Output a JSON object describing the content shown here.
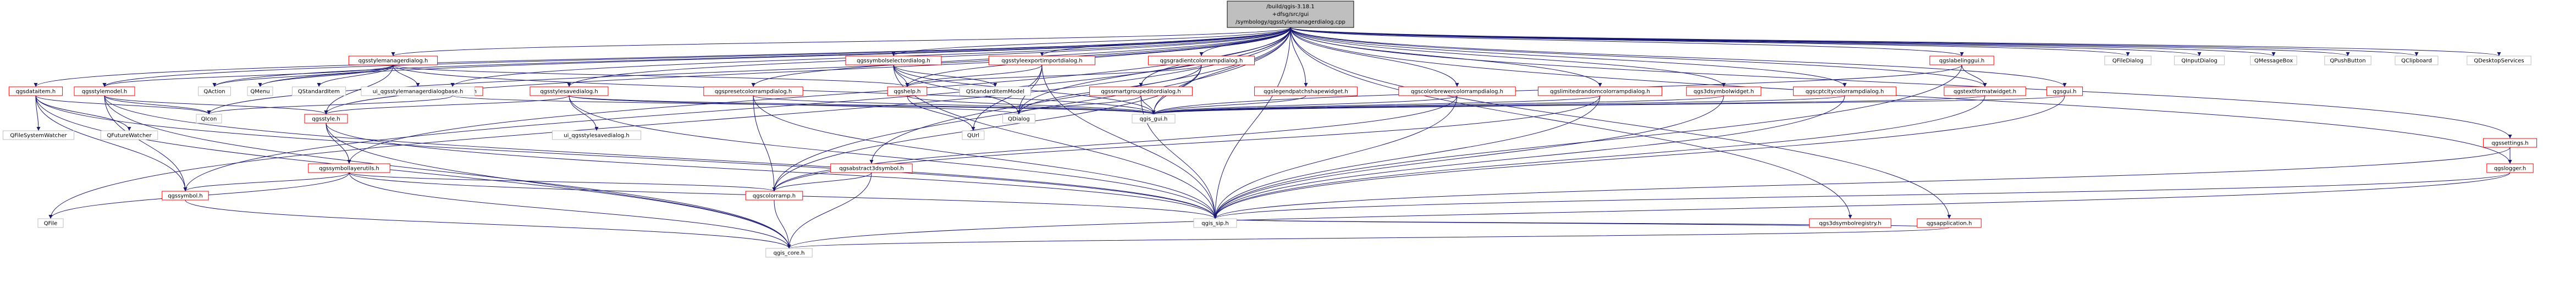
{
  "diagram": {
    "root_title_lines": [
      "/build/qgis-3.18.1",
      "+dfsg/src/gui",
      "/symbology/qgsstylemanagerdialog.cpp"
    ],
    "colors": {
      "root_fill": "#bfbfbf",
      "node_fill": "#ffffff",
      "node_border_red": "#ff0000",
      "node_border_grey": "#bfbfbf",
      "edge": "#191970"
    },
    "nodes": [
      {
        "id": "root",
        "label": "/build/qgis-3.18.1 +dfsg/src/gui /symbology/qgsstylemanagerdialog.cpp",
        "kind": "root"
      },
      {
        "id": "n01",
        "label": "qgsstylemanagerdialog.h",
        "kind": "file"
      },
      {
        "id": "n02",
        "label": "qgsdataitem.h",
        "kind": "file"
      },
      {
        "id": "n03",
        "label": "qgsstylemodel.h",
        "kind": "file"
      },
      {
        "id": "n04",
        "label": "qgsmessagebar.h",
        "kind": "file"
      },
      {
        "id": "n05",
        "label": "qgsstylesavedialog.h",
        "kind": "file"
      },
      {
        "id": "n06",
        "label": "qgspresetcolorrampdialog.h",
        "kind": "file"
      },
      {
        "id": "n07",
        "label": "qgssymbolselectordialog.h",
        "kind": "file"
      },
      {
        "id": "n08",
        "label": "qgsstyleexportimportdialog.h",
        "kind": "file"
      },
      {
        "id": "n09",
        "label": "qgsgradientcolorrampdialog.h",
        "kind": "file"
      },
      {
        "id": "n10",
        "label": "qgssmartgroupeditordialog.h",
        "kind": "file"
      },
      {
        "id": "n11",
        "label": "qgslegendpatchshapewidget.h",
        "kind": "file"
      },
      {
        "id": "n12",
        "label": "qgscolorbrewercolorrampdialog.h",
        "kind": "file"
      },
      {
        "id": "n13",
        "label": "qgslimitedrandomcolorrampdialog.h",
        "kind": "file"
      },
      {
        "id": "n14",
        "label": "qgs3dsymbolwidget.h",
        "kind": "file"
      },
      {
        "id": "n15",
        "label": "qgscptcitycolorrampdialog.h",
        "kind": "file"
      },
      {
        "id": "n16",
        "label": "qgslabelinggui.h",
        "kind": "file"
      },
      {
        "id": "n17",
        "label": "qgstextformatwidget.h",
        "kind": "file"
      },
      {
        "id": "n18",
        "label": "qgsgui.h",
        "kind": "file"
      },
      {
        "id": "n19",
        "label": "qgssettings.h",
        "kind": "file"
      },
      {
        "id": "n20",
        "label": "qgslogger.h",
        "kind": "file"
      },
      {
        "id": "n21",
        "label": "qgs3dsymbolregistry.h",
        "kind": "file"
      },
      {
        "id": "n22",
        "label": "qgsapplication.h",
        "kind": "file"
      },
      {
        "id": "n23",
        "label": "qgshelp.h",
        "kind": "file"
      },
      {
        "id": "n24",
        "label": "qgsstyle.h",
        "kind": "file"
      },
      {
        "id": "n25",
        "label": "qgssymbollayerutils.h",
        "kind": "file"
      },
      {
        "id": "n26",
        "label": "qgsabstract3dsymbol.h",
        "kind": "file"
      },
      {
        "id": "n27",
        "label": "qgssymbol.h",
        "kind": "file"
      },
      {
        "id": "n28",
        "label": "qgscolorramp.h",
        "kind": "file"
      },
      {
        "id": "n29",
        "label": "qgis_gui.h",
        "kind": "system"
      },
      {
        "id": "n30",
        "label": "qgis_sip.h",
        "kind": "system"
      },
      {
        "id": "n31",
        "label": "qgis_core.h",
        "kind": "system"
      },
      {
        "id": "n32",
        "label": "QAction",
        "kind": "system"
      },
      {
        "id": "n33",
        "label": "QMenu",
        "kind": "system"
      },
      {
        "id": "n34",
        "label": "QStandardItem",
        "kind": "system"
      },
      {
        "id": "n35",
        "label": "ui_qgsstylemanagerdialogbase.h",
        "kind": "system"
      },
      {
        "id": "n36",
        "label": "QStandardItemModel",
        "kind": "system"
      },
      {
        "id": "n37",
        "label": "QDialog",
        "kind": "system"
      },
      {
        "id": "n38",
        "label": "QUrl",
        "kind": "system"
      },
      {
        "id": "n39",
        "label": "QIcon",
        "kind": "system"
      },
      {
        "id": "n40",
        "label": "QFileSystemWatcher",
        "kind": "system"
      },
      {
        "id": "n41",
        "label": "QFutureWatcher",
        "kind": "system"
      },
      {
        "id": "n42",
        "label": "ui_qgsstylesavedialog.h",
        "kind": "system"
      },
      {
        "id": "n43",
        "label": "QFile",
        "kind": "system"
      },
      {
        "id": "n44",
        "label": "QFileDialog",
        "kind": "system"
      },
      {
        "id": "n45",
        "label": "QInputDialog",
        "kind": "system"
      },
      {
        "id": "n46",
        "label": "QMessageBox",
        "kind": "system"
      },
      {
        "id": "n47",
        "label": "QPushButton",
        "kind": "system"
      },
      {
        "id": "n48",
        "label": "QClipboard",
        "kind": "system"
      },
      {
        "id": "n49",
        "label": "QDesktopServices",
        "kind": "system"
      }
    ],
    "edges": [
      [
        "root",
        "n01"
      ],
      [
        "root",
        "n02"
      ],
      [
        "root",
        "n03"
      ],
      [
        "root",
        "n04"
      ],
      [
        "root",
        "n05"
      ],
      [
        "root",
        "n06"
      ],
      [
        "root",
        "n07"
      ],
      [
        "root",
        "n08"
      ],
      [
        "root",
        "n09"
      ],
      [
        "root",
        "n10"
      ],
      [
        "root",
        "n11"
      ],
      [
        "root",
        "n12"
      ],
      [
        "root",
        "n13"
      ],
      [
        "root",
        "n14"
      ],
      [
        "root",
        "n15"
      ],
      [
        "root",
        "n16"
      ],
      [
        "root",
        "n17"
      ],
      [
        "root",
        "n18"
      ],
      [
        "root",
        "n19"
      ],
      [
        "root",
        "n20"
      ],
      [
        "root",
        "n21"
      ],
      [
        "root",
        "n22"
      ],
      [
        "root",
        "n23"
      ],
      [
        "root",
        "n24"
      ],
      [
        "root",
        "n25"
      ],
      [
        "root",
        "n26"
      ],
      [
        "root",
        "n27"
      ],
      [
        "root",
        "n28"
      ],
      [
        "root",
        "n29"
      ],
      [
        "root",
        "n30"
      ],
      [
        "root",
        "n32"
      ],
      [
        "root",
        "n33"
      ],
      [
        "root",
        "n37"
      ],
      [
        "root",
        "n39"
      ],
      [
        "root",
        "n43"
      ],
      [
        "root",
        "n44"
      ],
      [
        "root",
        "n45"
      ],
      [
        "root",
        "n46"
      ],
      [
        "root",
        "n47"
      ],
      [
        "root",
        "n48"
      ],
      [
        "root",
        "n49"
      ],
      [
        "n01",
        "n32"
      ],
      [
        "n01",
        "n33"
      ],
      [
        "n01",
        "n34"
      ],
      [
        "n01",
        "n35"
      ],
      [
        "n01",
        "n03"
      ],
      [
        "n01",
        "n23"
      ],
      [
        "n01",
        "n29"
      ],
      [
        "n01",
        "n24"
      ],
      [
        "n02",
        "n40"
      ],
      [
        "n02",
        "n41"
      ],
      [
        "n02",
        "n39"
      ],
      [
        "n02",
        "n30"
      ],
      [
        "n02",
        "n31"
      ],
      [
        "n02",
        "n27"
      ],
      [
        "n03",
        "n39"
      ],
      [
        "n03",
        "n24"
      ],
      [
        "n03",
        "n27"
      ],
      [
        "n03",
        "n31"
      ],
      [
        "n03",
        "n30"
      ],
      [
        "n04",
        "n39"
      ],
      [
        "n04",
        "n29"
      ],
      [
        "n05",
        "n42"
      ],
      [
        "n05",
        "n24"
      ],
      [
        "n05",
        "n29"
      ],
      [
        "n05",
        "n37"
      ],
      [
        "n05",
        "n30"
      ],
      [
        "n06",
        "n28"
      ],
      [
        "n06",
        "n29"
      ],
      [
        "n06",
        "n30"
      ],
      [
        "n07",
        "n36"
      ],
      [
        "n07",
        "n23"
      ],
      [
        "n07",
        "n37"
      ],
      [
        "n07",
        "n30"
      ],
      [
        "n07",
        "n29"
      ],
      [
        "n08",
        "n23"
      ],
      [
        "n08",
        "n38"
      ],
      [
        "n08",
        "n37"
      ],
      [
        "n08",
        "n30"
      ],
      [
        "n09",
        "n23"
      ],
      [
        "n09",
        "n37"
      ],
      [
        "n09",
        "n29"
      ],
      [
        "n09",
        "n28"
      ],
      [
        "n10",
        "n37"
      ],
      [
        "n10",
        "n29"
      ],
      [
        "n10",
        "n30"
      ],
      [
        "n11",
        "n29"
      ],
      [
        "n12",
        "n29"
      ],
      [
        "n12",
        "n28"
      ],
      [
        "n12",
        "n30"
      ],
      [
        "n13",
        "n29"
      ],
      [
        "n13",
        "n28"
      ],
      [
        "n13",
        "n30"
      ],
      [
        "n14",
        "n29"
      ],
      [
        "n14",
        "n30"
      ],
      [
        "n15",
        "n29"
      ],
      [
        "n15",
        "n30"
      ],
      [
        "n16",
        "n17"
      ],
      [
        "n16",
        "n29"
      ],
      [
        "n16",
        "n30"
      ],
      [
        "n17",
        "n29"
      ],
      [
        "n17",
        "n30"
      ],
      [
        "n18",
        "n29"
      ],
      [
        "n18",
        "n30"
      ],
      [
        "n19",
        "n30"
      ],
      [
        "n19",
        "n20"
      ],
      [
        "n20",
        "n30"
      ],
      [
        "n20",
        "n31"
      ],
      [
        "n21",
        "n30"
      ],
      [
        "n22",
        "n30"
      ],
      [
        "n22",
        "n31"
      ],
      [
        "n23",
        "n38"
      ],
      [
        "n23",
        "n29"
      ],
      [
        "n24",
        "n25"
      ],
      [
        "n24",
        "n30"
      ],
      [
        "n24",
        "n31"
      ],
      [
        "n25",
        "n27"
      ],
      [
        "n25",
        "n28"
      ],
      [
        "n25",
        "n43"
      ],
      [
        "n25",
        "n30"
      ],
      [
        "n25",
        "n31"
      ],
      [
        "n26",
        "n28"
      ],
      [
        "n26",
        "n31"
      ],
      [
        "n27",
        "n31"
      ],
      [
        "n28",
        "n31"
      ]
    ]
  }
}
